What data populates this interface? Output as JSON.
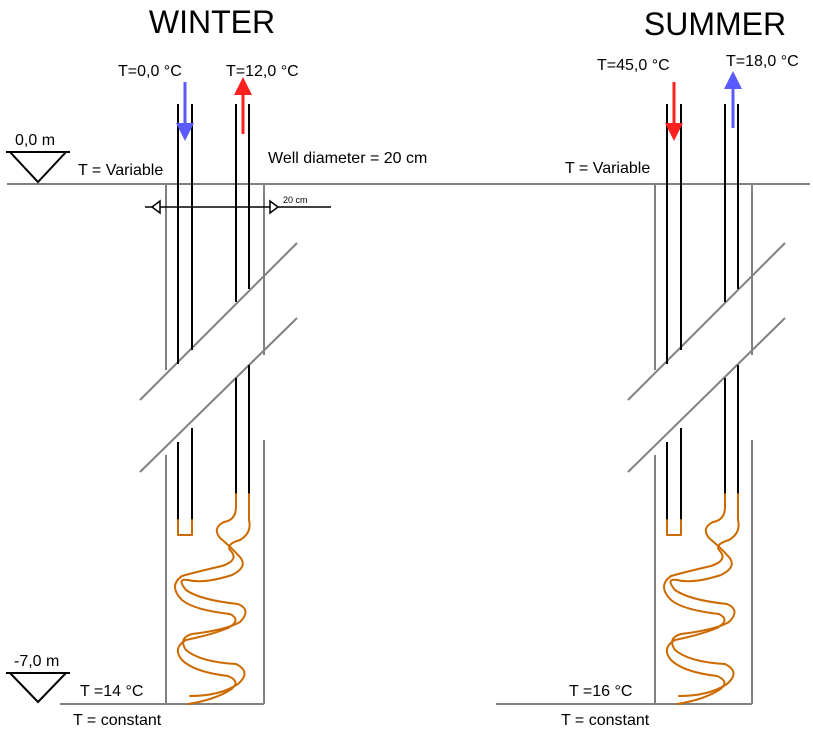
{
  "winter": {
    "title": "WINTER",
    "inlet_temp": "T=0,0 °C",
    "outlet_temp": "T=12,0 °C",
    "surface_temp": "T = Variable",
    "bottom_temp": "T =14 °C",
    "bottom_condition": "T = constant",
    "inlet_arrow_color": "#5a5aff",
    "outlet_arrow_color": "#ff2020"
  },
  "summer": {
    "title": "SUMMER",
    "inlet_temp": "T=45,0 °C",
    "outlet_temp": "T=18,0 °C",
    "surface_temp": "T = Variable",
    "bottom_temp": "T =16 °C",
    "bottom_condition": "T = constant",
    "inlet_arrow_color": "#ff2020",
    "outlet_arrow_color": "#5a5aff"
  },
  "surface_level": "0,0 m",
  "bottom_level": "-7,0 m",
  "well_diameter_label": "Well diameter = 20 cm",
  "dimension_label": "20 cm",
  "colors": {
    "coil": "#cc6a00",
    "well_wall": "#808080",
    "pipe": "#000000"
  }
}
